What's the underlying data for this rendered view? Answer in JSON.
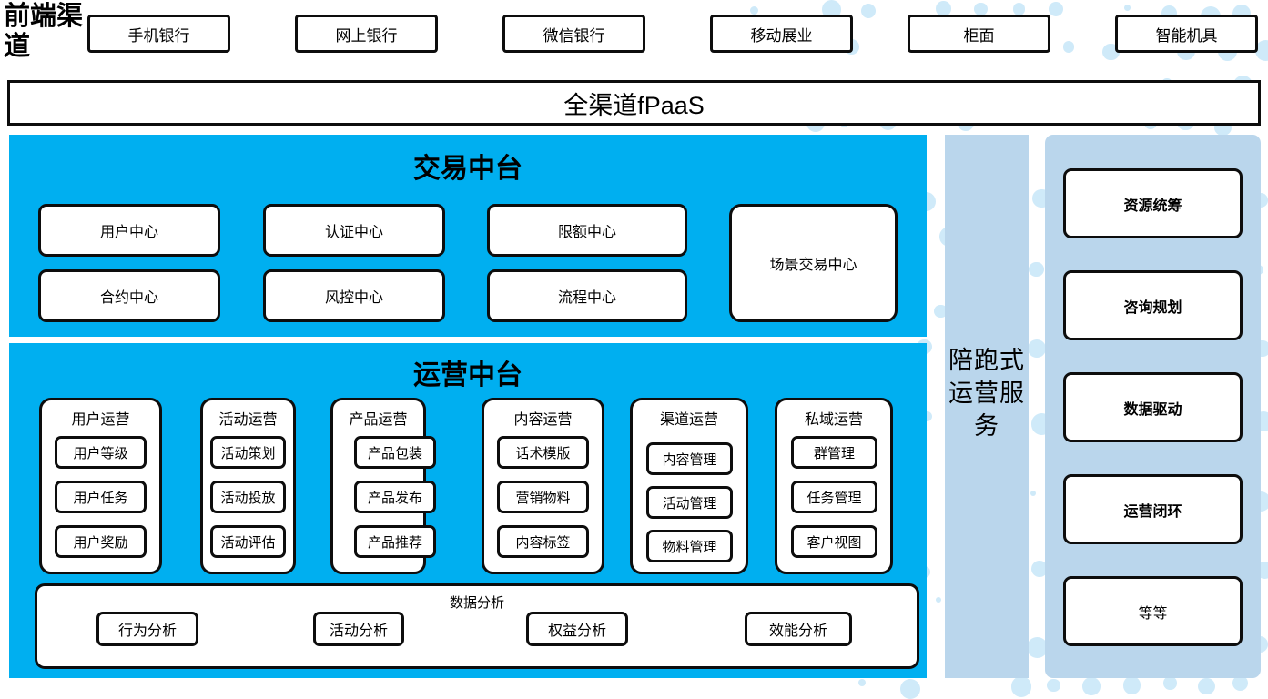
{
  "theme": {
    "cyan": "#00aff0",
    "light_blue": "#bad6ec",
    "dot_blue": "#cfeaf9",
    "border": "#0d0d0d",
    "box_fill": "#ffffff"
  },
  "frontend": {
    "label": "前端渠道",
    "channels": [
      {
        "label": "手机银行"
      },
      {
        "label": "网上银行"
      },
      {
        "label": "微信银行"
      },
      {
        "label": "移动展业"
      },
      {
        "label": "柜面"
      },
      {
        "label": "智能机具"
      }
    ]
  },
  "fpaas": {
    "label": "全渠道fPaaS"
  },
  "transaction_platform": {
    "title": "交易中台",
    "left_boxes": [
      {
        "label": "用户中心"
      },
      {
        "label": "认证中心"
      },
      {
        "label": "限额中心"
      },
      {
        "label": "合约中心"
      },
      {
        "label": "风控中心"
      },
      {
        "label": "流程中心"
      }
    ],
    "tall_box": {
      "label": "场景交易中心"
    }
  },
  "operation_platform": {
    "title": "运营中台",
    "columns": [
      {
        "title": "用户运营",
        "items": [
          "用户等级",
          "用户任务",
          "用户奖励"
        ]
      },
      {
        "title": "活动运营",
        "items": [
          "活动策划",
          "活动投放",
          "活动评估"
        ]
      },
      {
        "title": "产品运营",
        "items": [
          "产品包装",
          "产品发布",
          "产品推荐"
        ]
      },
      {
        "title": "内容运营",
        "items": [
          "话术模版",
          "营销物料",
          "内容标签"
        ]
      },
      {
        "title": "渠道运营",
        "items": [
          "内容管理",
          "活动管理",
          "物料管理"
        ]
      },
      {
        "title": "私域运营",
        "items": [
          "群管理",
          "任务管理",
          "客户视图"
        ]
      }
    ],
    "data_analysis": {
      "title": "数据分析",
      "items": [
        "行为分析",
        "活动分析",
        "权益分析",
        "效能分析"
      ]
    }
  },
  "service_strip": {
    "label": "陪跑式运营服务"
  },
  "right_panel": {
    "boxes": [
      {
        "label": "资源统筹",
        "bold": true
      },
      {
        "label": "咨询规划",
        "bold": true
      },
      {
        "label": "数据驱动",
        "bold": true
      },
      {
        "label": "运营闭环",
        "bold": true
      },
      {
        "label": "等等",
        "bold": false
      }
    ]
  }
}
